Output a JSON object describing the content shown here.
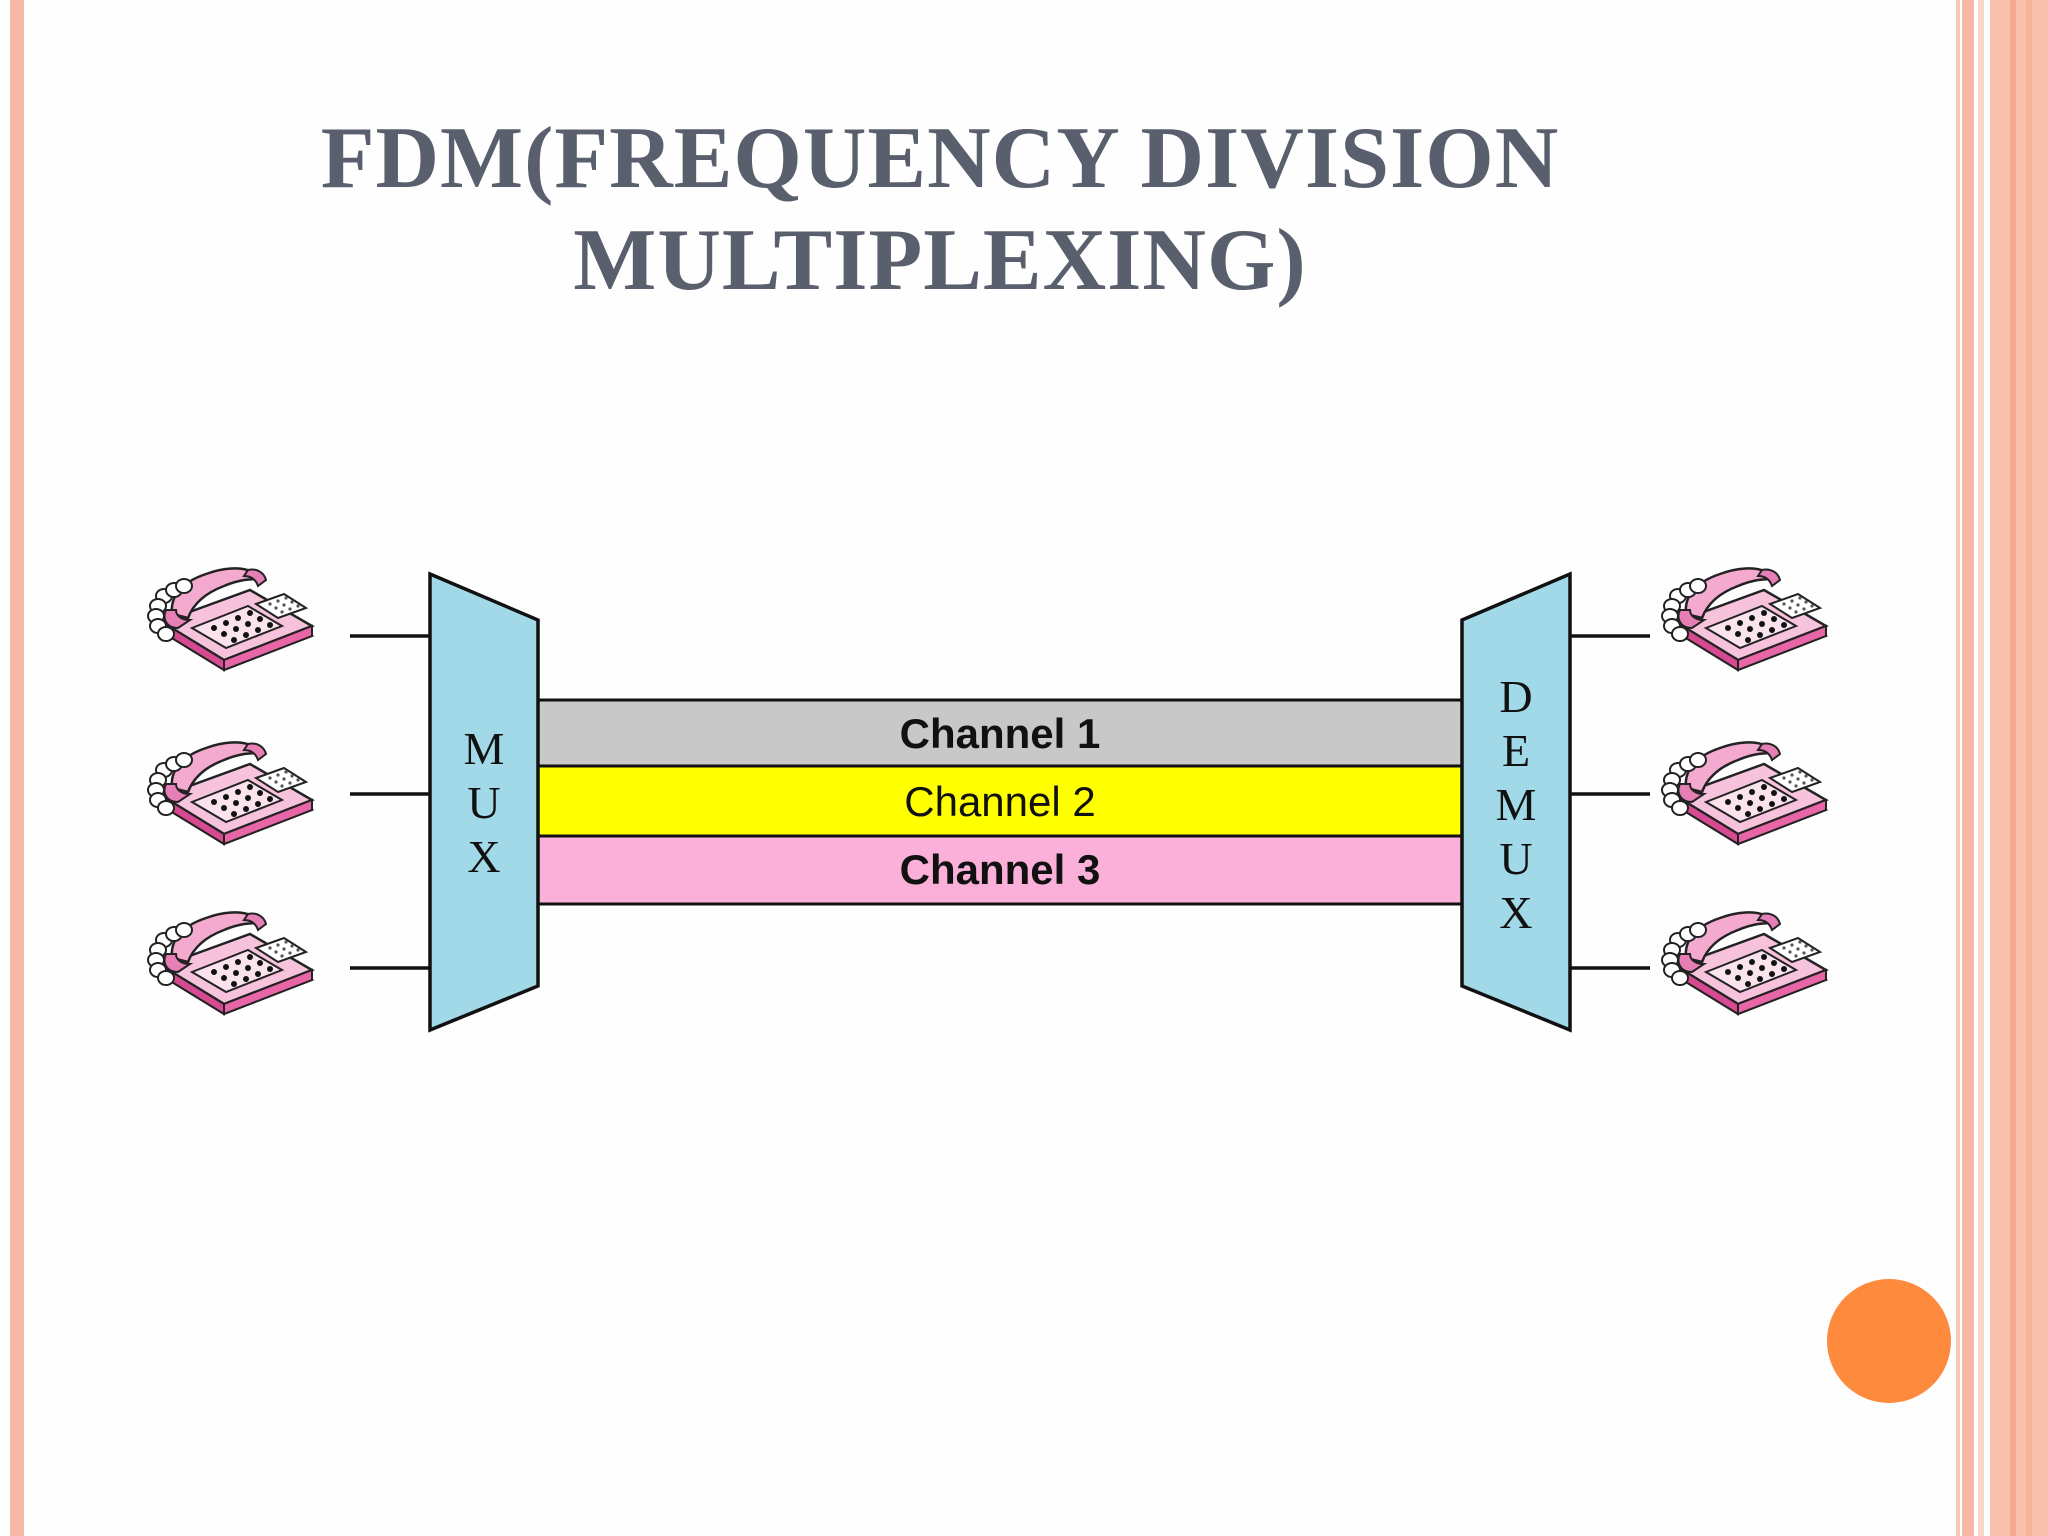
{
  "slide": {
    "title_line1": "FDM(FREQUENCY DIVISION",
    "title_line2": "MULTIPLEXING)"
  },
  "diagram": {
    "mux_letters": [
      "M",
      "U",
      "X"
    ],
    "demux_letters": [
      "D",
      "E",
      "M",
      "U",
      "X"
    ],
    "channels": [
      {
        "label": "Channel 1",
        "color": "#c8c8c8",
        "bold": true
      },
      {
        "label": "Channel 2",
        "color": "#ffff00",
        "bold": false
      },
      {
        "label": "Channel 3",
        "color": "#fbb0d9",
        "bold": true
      }
    ],
    "mux_color": "#a1d9e8",
    "phone_count_each_side": 3
  },
  "colors": {
    "title": "#5a5f6e",
    "accent_dot": "#fe8a3d",
    "border": "#f7b8a4"
  }
}
